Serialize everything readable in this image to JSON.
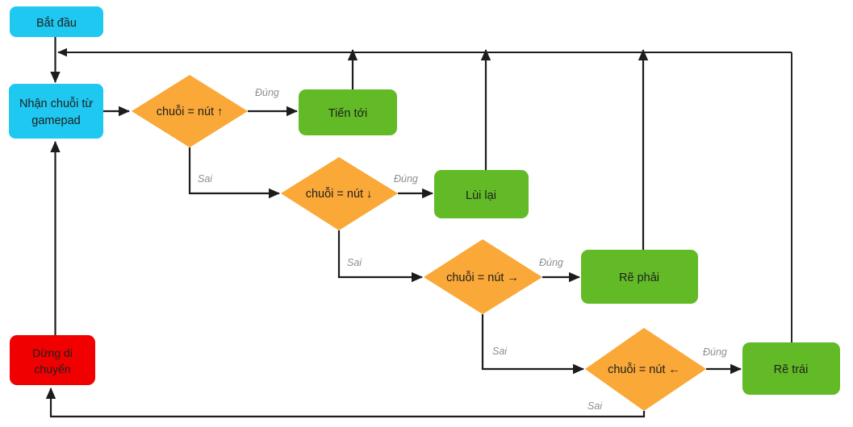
{
  "diagram": {
    "title": "Gamepad control flowchart",
    "colors": {
      "start": "#1ec8f0",
      "process": "#1ec8f0",
      "decision": "#faa838",
      "action": "#62bb26",
      "stop": "#f00000",
      "line": "#1c1c1c",
      "edge_label": "#8a8f94",
      "node_text": "#1f1f1f"
    },
    "nodes": [
      {
        "id": "start",
        "type": "terminator",
        "label": "Bắt đầu"
      },
      {
        "id": "input",
        "type": "process",
        "label_line1": "Nhận chuỗi từ",
        "label_line2": "gamepad"
      },
      {
        "id": "decision1",
        "type": "decision",
        "label": "chuỗi = nút ↑"
      },
      {
        "id": "decision2",
        "type": "decision",
        "label": "chuỗi = nút ↓"
      },
      {
        "id": "decision3",
        "type": "decision",
        "label": "chuỗi = nút  →"
      },
      {
        "id": "decision4",
        "type": "decision",
        "label": "chuỗi = nút ←"
      },
      {
        "id": "action1",
        "type": "action",
        "label": "Tiến tới"
      },
      {
        "id": "action2",
        "type": "action",
        "label": "Lùi lại"
      },
      {
        "id": "action3",
        "type": "action",
        "label": "Rẽ phải"
      },
      {
        "id": "action4",
        "type": "action",
        "label": "Rẽ trái"
      },
      {
        "id": "stop",
        "type": "stop",
        "label_line1": "Dừng di",
        "label_line2": "chuyển"
      }
    ],
    "edge_labels": {
      "true1": "Đúng",
      "true2": "Đúng",
      "true3": "Đúng",
      "true4": "Đúng",
      "false1": "Sai",
      "false2": "Sai",
      "false3": "Sai",
      "false4": "Sai"
    }
  }
}
